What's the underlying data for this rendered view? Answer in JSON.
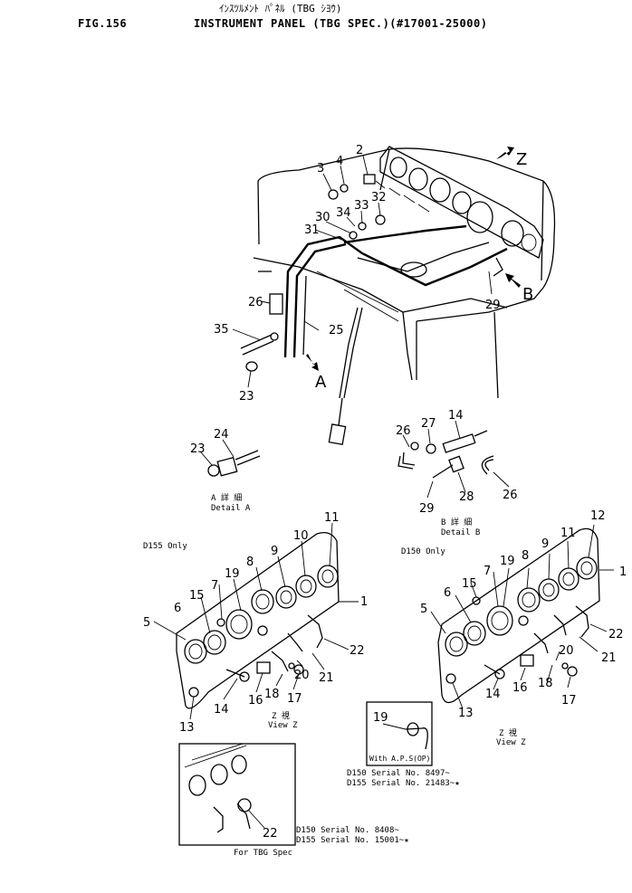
{
  "header": {
    "fig_label": "FIG.156",
    "title_kana": "ｲﾝｽﾂﾙﾒﾝﾄ ﾊﾟﾈﾙ (TBG ｼﾖｳ)",
    "title": "INSTRUMENT PANEL (TBG SPEC.)(#17001-25000)"
  },
  "views": {
    "arrow_z": "Z",
    "arrow_a": "A",
    "arrow_b": "B"
  },
  "main_callouts": [
    "2",
    "3",
    "4",
    "30",
    "34",
    "33",
    "32",
    "31",
    "26",
    "35",
    "25",
    "23",
    "29"
  ],
  "detail_a": {
    "callouts": [
      "24",
      "23"
    ],
    "caption_jp": "A 詳 細",
    "caption": "Detail A"
  },
  "detail_b": {
    "callouts": [
      "26",
      "27",
      "14",
      "29",
      "28",
      "26"
    ],
    "caption_jp": "B 詳 細",
    "caption": "Detail B"
  },
  "view_left": {
    "note": "D155 Only",
    "callouts": [
      "11",
      "10",
      "9",
      "8",
      "19",
      "7",
      "15",
      "6",
      "5",
      "1",
      "22",
      "21",
      "20",
      "17",
      "18",
      "16",
      "14",
      "13"
    ],
    "caption_jp": "Z 視",
    "caption": "View Z"
  },
  "view_right": {
    "note": "D150 Only",
    "callouts": [
      "12",
      "11",
      "9",
      "19",
      "8",
      "7",
      "15",
      "6",
      "5",
      "1",
      "22",
      "21",
      "20",
      "18",
      "17",
      "16",
      "14",
      "13"
    ],
    "caption_jp": "Z 視",
    "caption": "View Z"
  },
  "inset_aps": {
    "callout": "19",
    "label": "With A.P.S(OP)",
    "serial_1": "D150 Serial No. 8497~",
    "serial_2": "D155 Serial No. 21483~★"
  },
  "inset_tbg": {
    "callout": "22",
    "serial_1": "D150 Serial No. 8408~",
    "serial_2": "D155 Serial No. 15001~★",
    "caption": "For TBG Spec"
  }
}
